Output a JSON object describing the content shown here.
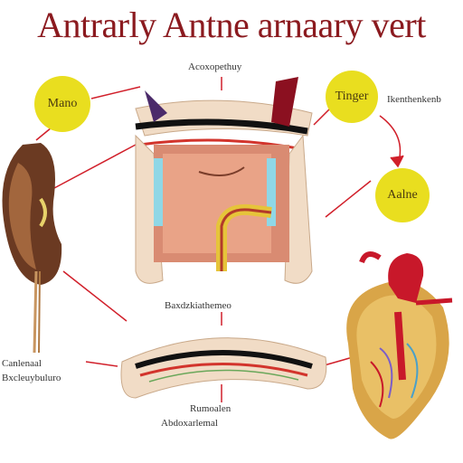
{
  "title": "Antrarly Antne arnaary vert",
  "labels": {
    "top_center": "Acoxopethuy",
    "middle_center": "Baxdzkiathemeo",
    "bottom_center_1": "Rumoalen",
    "bottom_center_2": "Abdoxarlemal",
    "left_bottom_1": "Canlenaal",
    "left_bottom_2": "Bxcleuybuluro",
    "right_top": "Ikenthenkenb"
  },
  "bubbles": {
    "left": "Mano",
    "right_top": "Tinger",
    "right_middle": "Aalne"
  },
  "colors": {
    "title": "#8b1a1f",
    "bubble": "#e9de1f",
    "connector": "#d11f2a"
  }
}
